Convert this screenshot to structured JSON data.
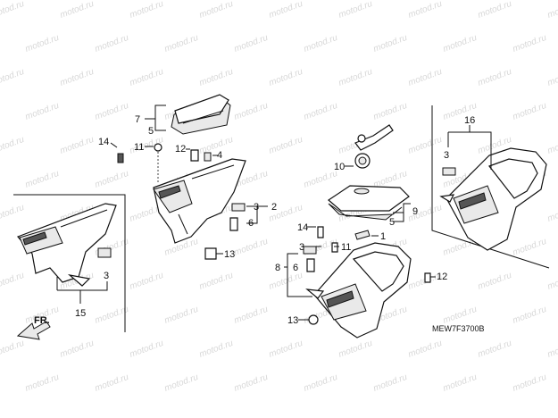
{
  "watermark": "motod.ru",
  "diagram_code": "MEW7F3700B",
  "direction_label": "FR.",
  "callouts": {
    "c1": "1",
    "c2": "2",
    "c3a": "3",
    "c3b": "3",
    "c3c": "3",
    "c3d": "3",
    "c4": "4",
    "c5a": "5",
    "c5b": "5",
    "c6a": "6",
    "c6b": "6",
    "c7": "7",
    "c8": "8",
    "c9": "9",
    "c10": "10",
    "c11a": "11",
    "c11b": "11",
    "c12a": "12",
    "c12b": "12",
    "c13a": "13",
    "c13b": "13",
    "c14a": "14",
    "c14b": "14",
    "c15": "15",
    "c16": "16"
  }
}
